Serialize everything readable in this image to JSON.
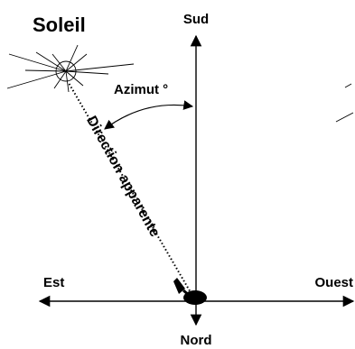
{
  "labels": {
    "sun": "Soleil",
    "south": "Sud",
    "north": "Nord",
    "east": "Est",
    "west": "Ouest",
    "azimuth": "Azimut °",
    "apparent_direction": "Direction apparente"
  },
  "colors": {
    "ink": "#000000",
    "background": "#ffffff"
  }
}
